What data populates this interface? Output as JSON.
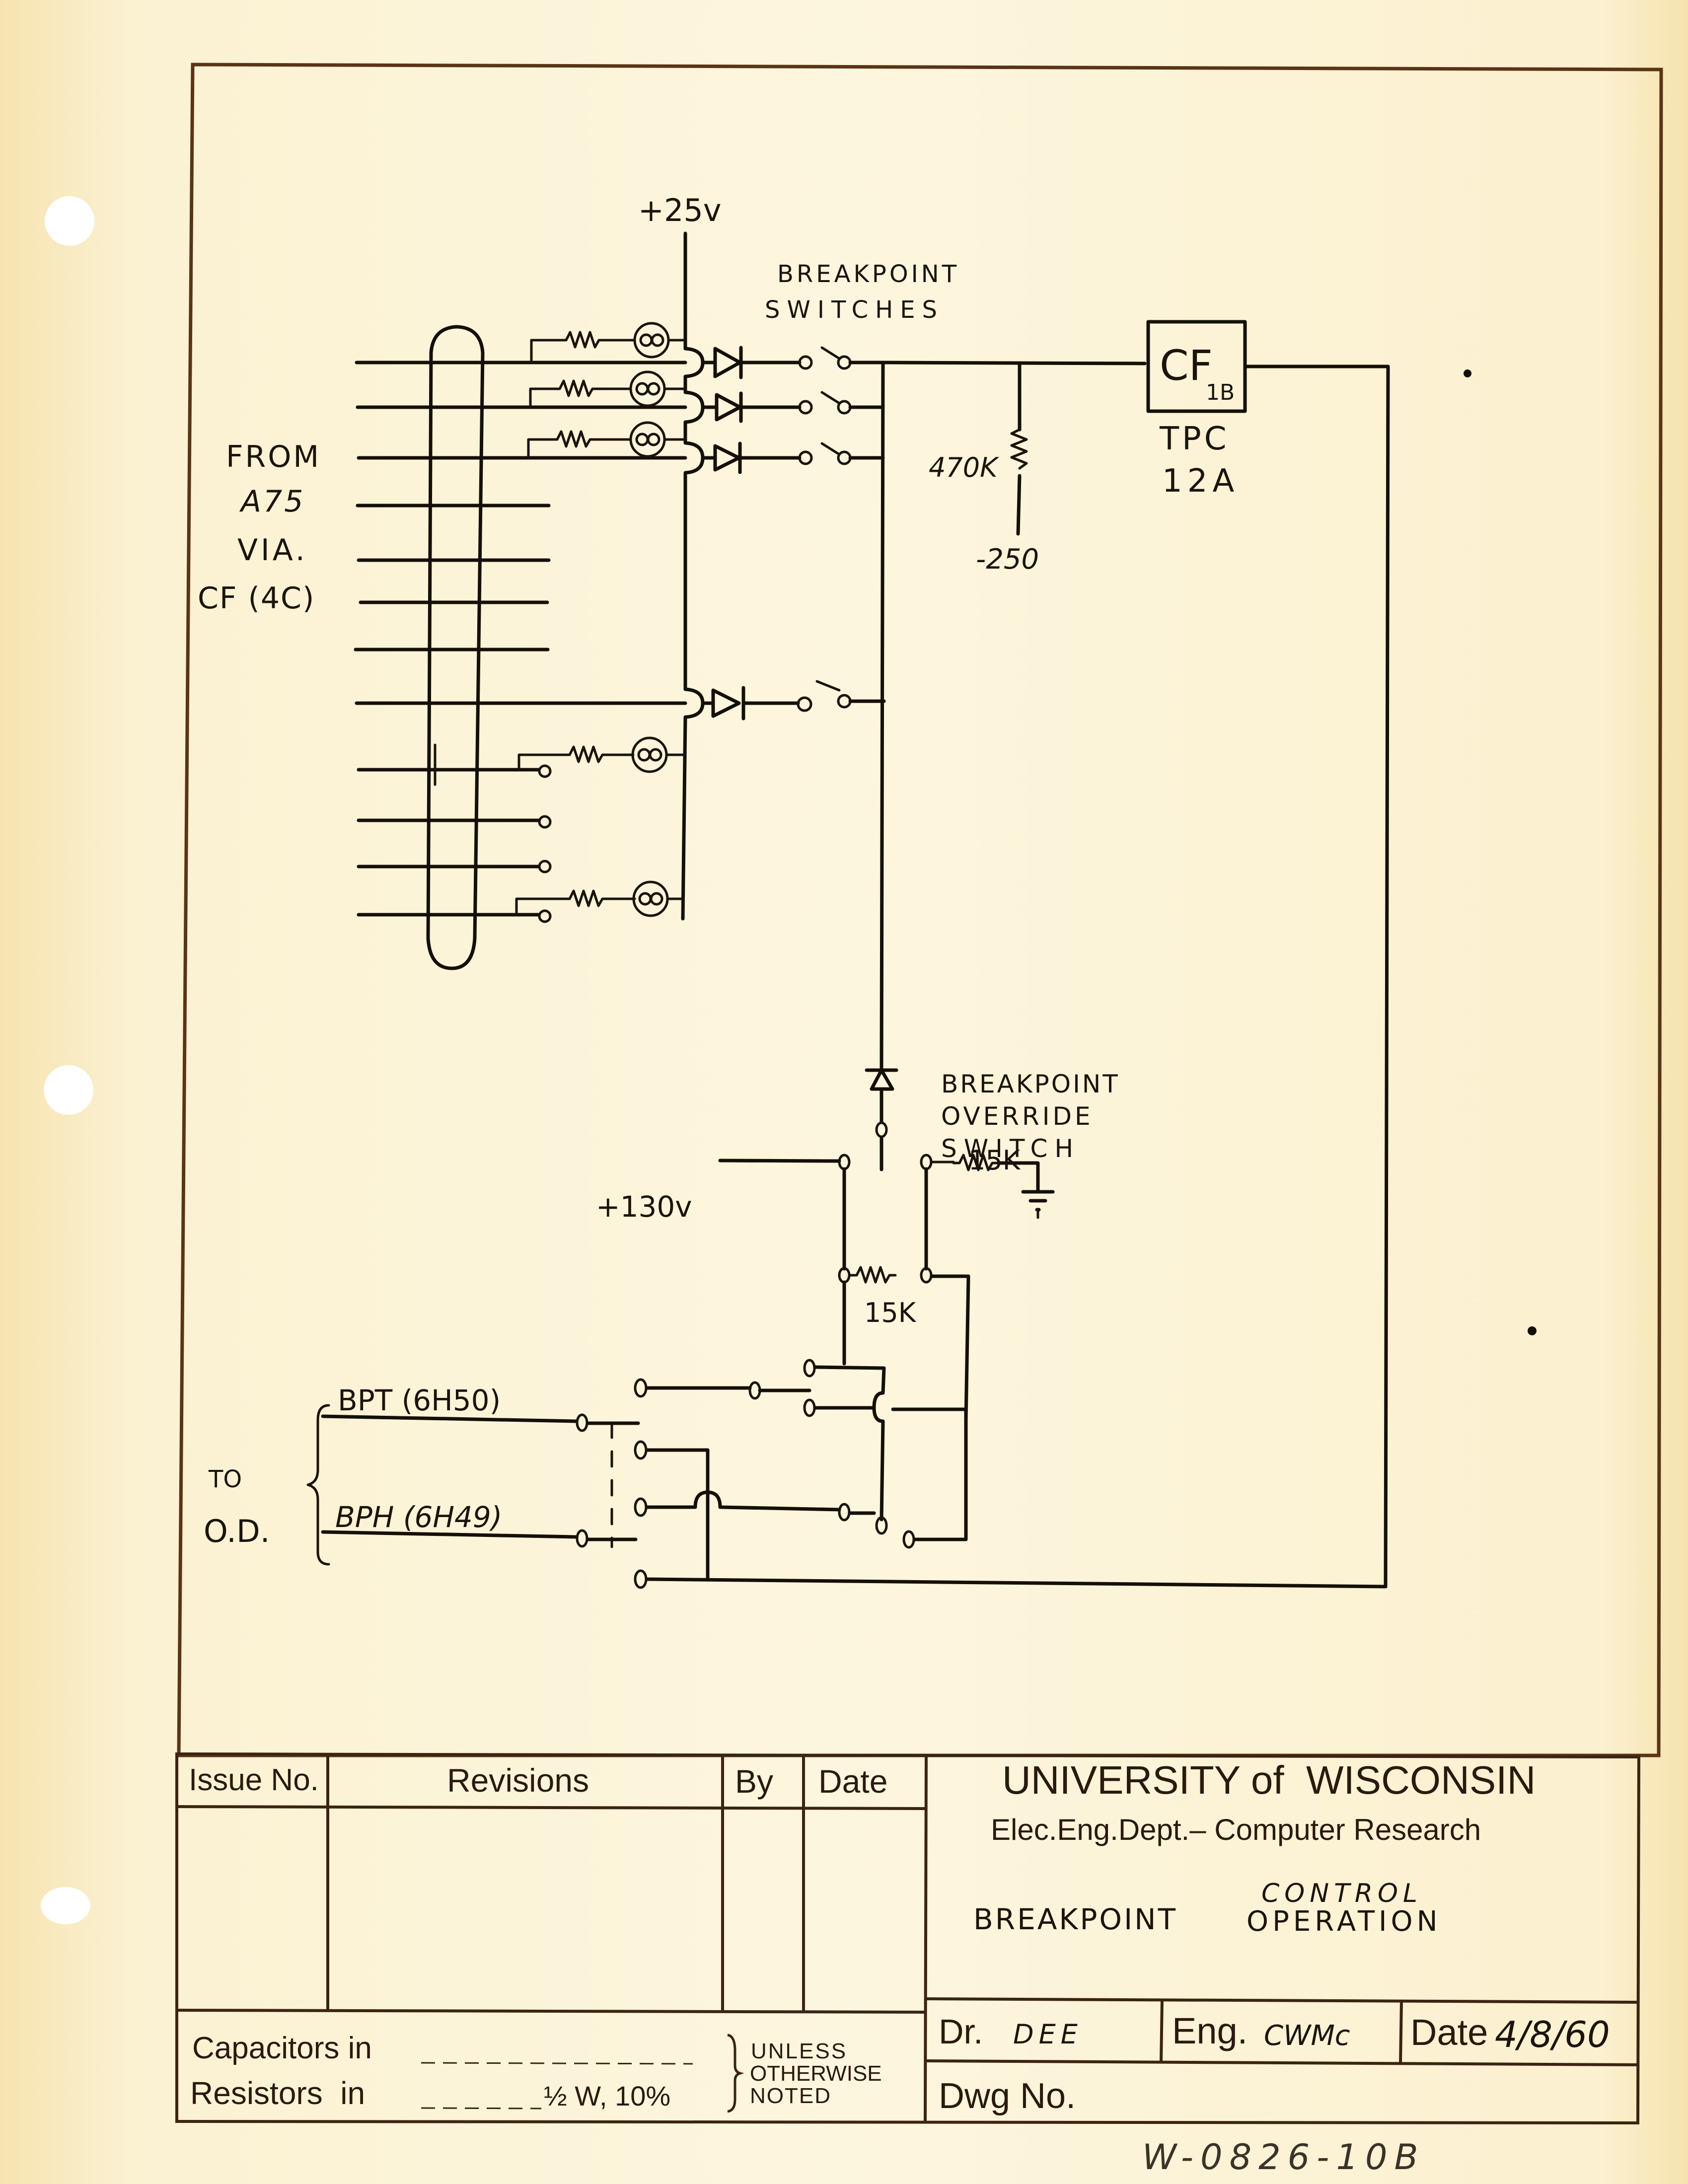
{
  "schematic": {
    "supply_top": "+25v",
    "breakpoint_switches_label": [
      "BREAKPOINT",
      "SWITCHES"
    ],
    "source_label": [
      "FROM",
      "A75",
      "VIA.",
      "CF (4C)"
    ],
    "resistor_470k": "470K",
    "supply_neg": "-250",
    "cathode_follower": {
      "main": "CF",
      "sub": "1B"
    },
    "tpc_label": [
      "TPC",
      "12A"
    ],
    "override_label": [
      "BREAKPOINT",
      "OVERRIDE",
      "SWITCH"
    ],
    "resistor_15k_top": "15K",
    "resistor_15k_bottom": "15K",
    "supply_130": "+130v",
    "output_to": [
      "TO",
      "O.D."
    ],
    "bpt_label": "BPT (6H50)",
    "bph_label": "BPH (6H49)"
  },
  "title_block": {
    "revisions_headers": [
      "Issue No.",
      "Revisions",
      "By",
      "Date"
    ],
    "capacitors_label": "Capacitors in",
    "resistors_label": "Resistors  in",
    "resistor_spec": "½ W, 10%",
    "unless_note": [
      "UNLESS",
      "OTHERWISE",
      "NOTED"
    ],
    "institution": "UNIVERSITY of  WISCONSIN",
    "department": "Elec.Eng.Dept.– Computer Research",
    "title_line1_part1": "BREAKPOINT",
    "title_line1_part2": "OPERATION",
    "title_insert": "CONTROL",
    "drawn_label": "Dr.",
    "drawn_value": "DEE",
    "engineer_label": "Eng.",
    "engineer_value": "CWMc",
    "date_label": "Date",
    "date_value": "4/8/60",
    "dwg_label": "Dwg No.",
    "dwg_value": ""
  },
  "footer_handwritten": "W-0826-10B"
}
